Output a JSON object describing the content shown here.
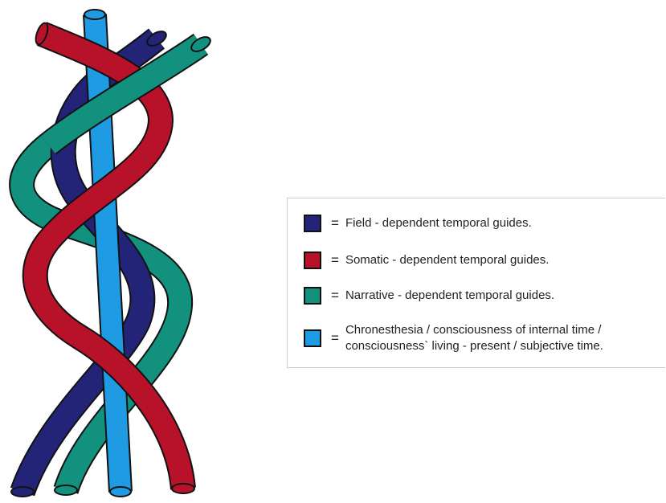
{
  "diagram": {
    "strands": [
      {
        "id": "field",
        "color": "#232478"
      },
      {
        "id": "somatic",
        "color": "#b8112a"
      },
      {
        "id": "narrative",
        "color": "#13917f"
      },
      {
        "id": "chronesthesia",
        "color": "#1f9be3"
      }
    ]
  },
  "legend": {
    "items": [
      {
        "color": "#232478",
        "equals": "=",
        "label": "Field - dependent temporal guides."
      },
      {
        "color": "#b8112a",
        "equals": "=",
        "label": "Somatic - dependent temporal guides."
      },
      {
        "color": "#13917f",
        "equals": "=",
        "label": "Narrative - dependent temporal guides."
      },
      {
        "color": "#1f9be3",
        "equals": "=",
        "label": "Chronesthesia / consciousness of internal time /",
        "label2": "consciousness` living - present / subjective time."
      }
    ]
  }
}
